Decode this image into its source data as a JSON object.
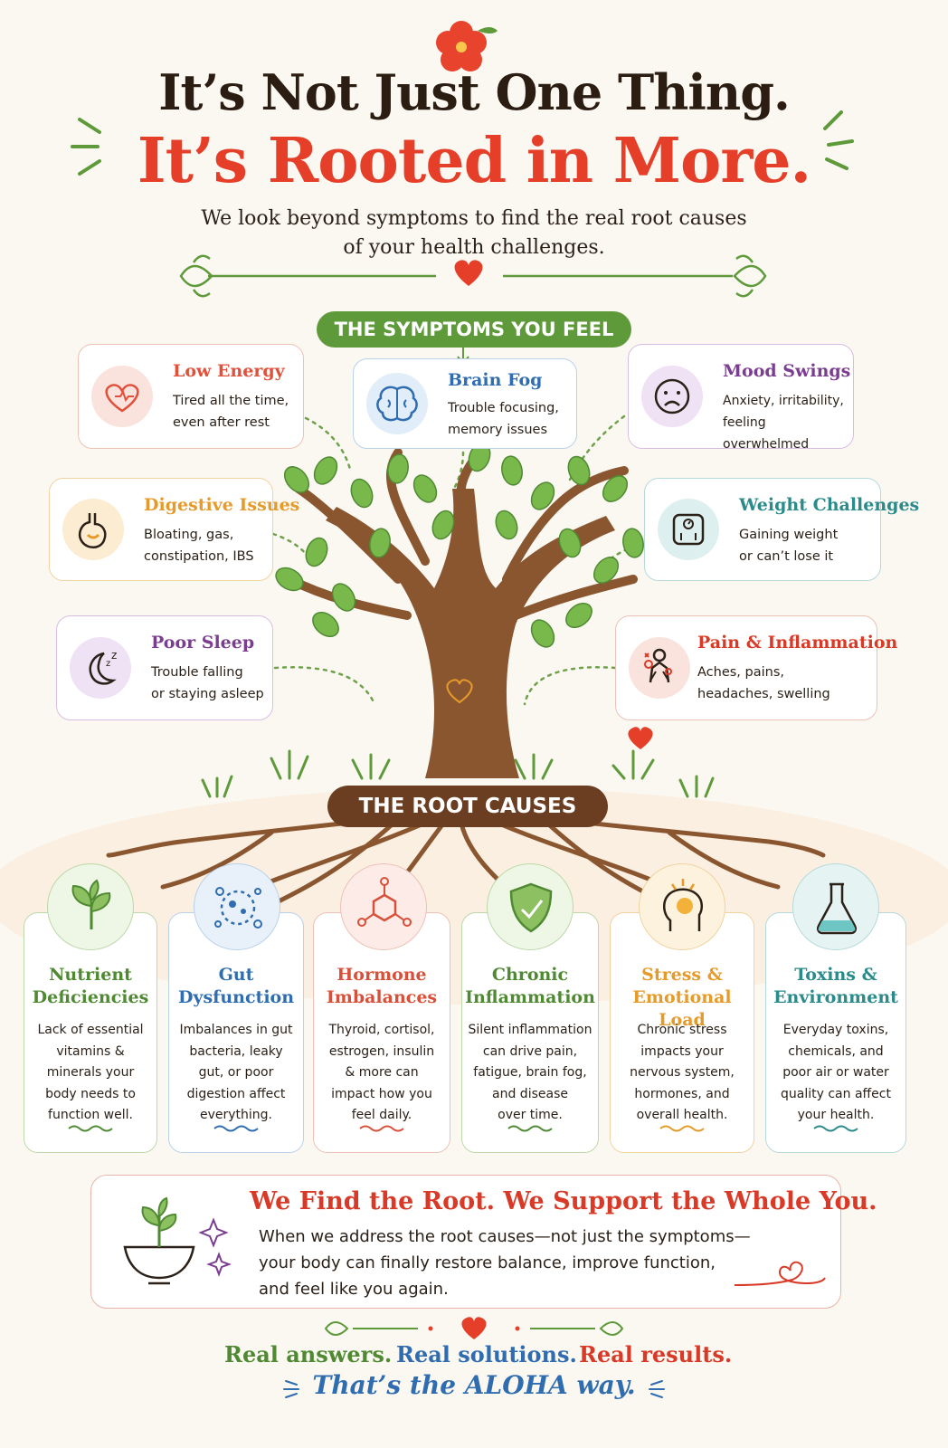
{
  "header": {
    "line1": "It’s Not Just One Thing.",
    "line2": "It’s Rooted in More.",
    "subtitle": "We look beyond symptoms to find the real root causes\nof your health challenges."
  },
  "symptoms_heading": "THE SYMPTOMS YOU FEEL",
  "symptoms": [
    {
      "title": "Low Energy",
      "desc": "Tired all the time,\neven after rest",
      "icon": "heart-icon",
      "color": "#e0503a"
    },
    {
      "title": "Brain Fog",
      "desc": "Trouble focusing,\nmemory issues",
      "icon": "brain-icon",
      "color": "#2f6db0"
    },
    {
      "title": "Mood Swings",
      "desc": "Anxiety, irritability,\nfeeling overwhelmed",
      "icon": "sad-face-icon",
      "color": "#7a3d8f"
    },
    {
      "title": "Digestive Issues",
      "desc": "Bloating, gas,\nconstipation, IBS",
      "icon": "stomach-icon",
      "color": "#e59a2a"
    },
    {
      "title": "Weight Challenges",
      "desc": "Gaining weight\nor can’t lose it",
      "icon": "scale-icon",
      "color": "#2b8a8a"
    },
    {
      "title": "Poor Sleep",
      "desc": "Trouble falling\nor staying asleep",
      "icon": "moon-icon",
      "color": "#7a3d8f"
    },
    {
      "title": "Pain & Inflammation",
      "desc": "Aches, pains,\nheadaches, swelling",
      "icon": "pain-body-icon",
      "color": "#d93a27"
    }
  ],
  "roots_heading": "THE ROOT CAUSES",
  "roots": [
    {
      "title": "Nutrient\nDeficiencies",
      "desc": "Lack of essential\nvitamins &\nminerals your\nbody needs to\nfunction well.",
      "icon": "leaf-sprout-icon",
      "color": "#4f8a33"
    },
    {
      "title": "Gut\nDysfunction",
      "desc": "Imbalances in gut\nbacteria, leaky\ngut, or poor\ndigestion affect\neverything.",
      "icon": "bacteria-icon",
      "color": "#2f6db0"
    },
    {
      "title": "Hormone\nImbalances",
      "desc": "Thyroid, cortisol,\nestrogen, insulin\n& more can\nimpact how you\nfeel daily.",
      "icon": "molecule-icon",
      "color": "#d9503a"
    },
    {
      "title": "Chronic\nInflammation",
      "desc": "Silent inflammation\ncan drive pain,\nfatigue, brain fog,\nand disease\nover time.",
      "icon": "shield-icon",
      "color": "#4f8a33"
    },
    {
      "title": "Stress &\nEmotional Load",
      "desc": "Chronic stress\nimpacts your\nnervous system,\nhormones, and\noverall health.",
      "icon": "stressed-head-icon",
      "color": "#e59a2a"
    },
    {
      "title": "Toxins &\nEnvironment",
      "desc": "Everyday toxins,\nchemicals, and\npoor air or water\nquality can affect\nyour health.",
      "icon": "flask-icon",
      "color": "#2b8a8a"
    }
  ],
  "banner": {
    "title": "We Find the Root. We Support the Whole You.",
    "text": "When we address the root causes—not just the symptoms—\nyour body can finally restore balance, improve function,\nand feel like you again.",
    "icon": "plant-bowl-icon"
  },
  "taglines": [
    {
      "text": "Real answers.",
      "color": "#4f8a33"
    },
    {
      "text": "Real solutions.",
      "color": "#2f6db0"
    },
    {
      "text": "Real results.",
      "color": "#d93a27"
    }
  ],
  "closing": "That’s the ALOHA way.",
  "colors": {
    "accent_red": "#e53f2a",
    "green": "#5e9a3a",
    "brown": "#6b3e22",
    "blue": "#2f6db0"
  }
}
